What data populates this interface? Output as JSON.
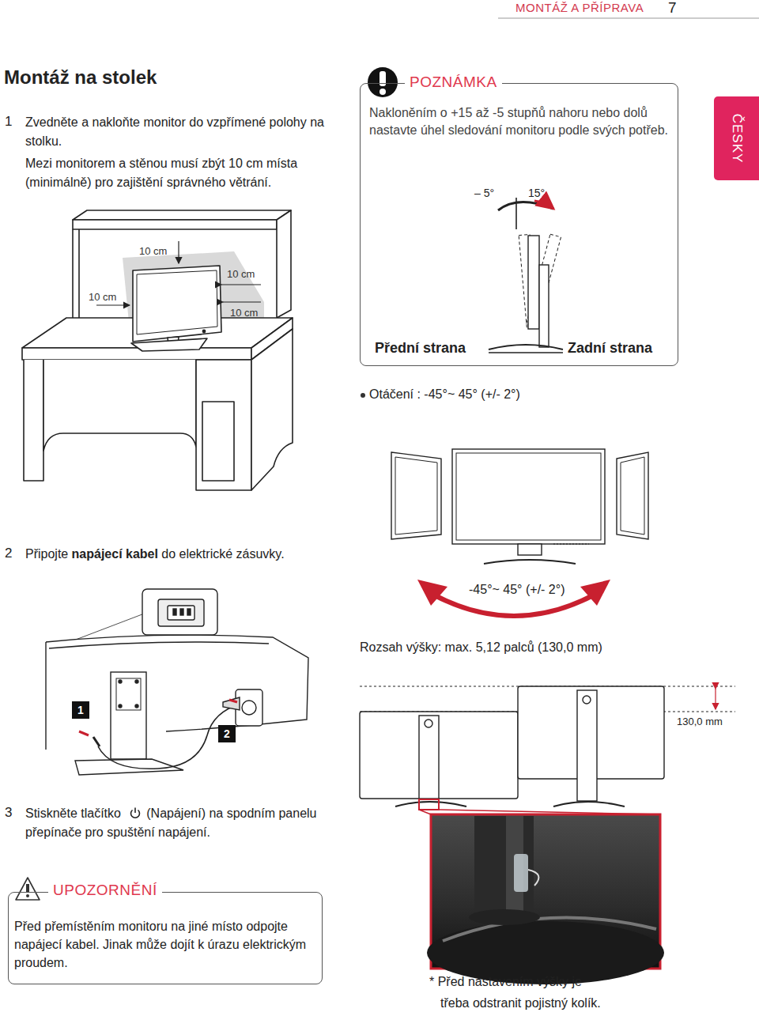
{
  "diagram": {
    "title": "Montáž na stolek",
    "nodes": [
      {
        "text": [
          "POZNÁMKA",
          "Nakloněním o +15 až -5 stupňů nahoru nebo dolů nastavte úhel sledování monitoru podle svých potřeb."
        ]
      },
      {
        "text": [
          "UPOZORNĚNÍ",
          "Před přemístěním monitoru na jiné místo odpojte napájecí kabel. Jinak může dojít k úrazu elektrickým proudem."
        ]
      },
      {
        "text": [
          "ČESKY"
        ]
      },
      {
        "text": [
          "1"
        ]
      },
      {
        "text": [
          "2"
        ]
      }
    ],
    "labels": [
      "MONTÁŽ A PŘÍPRAVA",
      "7",
      "1",
      "Zvedněte a nakloňte monitor do vzpřímené polohy na stolku.",
      "Mezi monitorem a stěnou musí zbýt 10 cm místa (minimálně) pro zajištění správného větrání.",
      "10 cm",
      "10 cm",
      "10 cm",
      "10 cm",
      "– 5°",
      "15°",
      "Přední strana",
      "Zadní strana",
      "Otáčení : -45°~ 45° (+/- 2°)",
      "2",
      "Připojte",
      "napájecí kabel",
      "do elektrické zásuvky.",
      "-45°~ 45° (+/- 2°)",
      "Rozsah výšky: max. 5,12 palců (130,0 mm)",
      "130,0 mm",
      "3",
      "Stiskněte tlačítko",
      "(Napájení) na spodním panelu přepínače pro spuštění napájení.",
      "* Před nastavením výšky je třeba odstranit pojistný kolík."
    ]
  }
}
